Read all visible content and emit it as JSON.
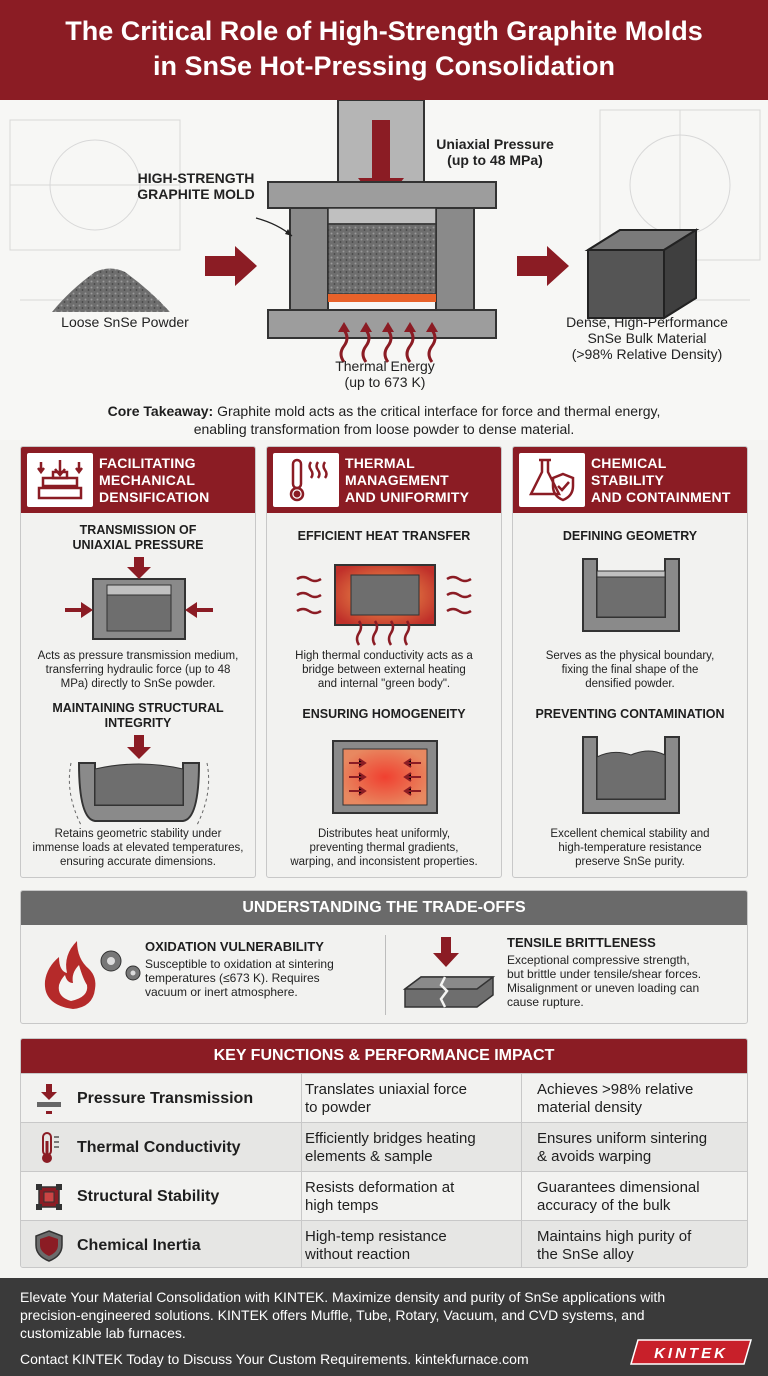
{
  "header": {
    "title_line1": "The Critical Role of High-Strength Graphite Molds",
    "title_line2": "in SnSe Hot-Pressing Consolidation"
  },
  "hero": {
    "pressure_line1": "Uniaxial Pressure",
    "pressure_line2": "(up to 48 MPa)",
    "mold_line1": "HIGH-STRENGTH",
    "mold_line2": "GRAPHITE MOLD",
    "powder_label": "Loose SnSe Powder",
    "thermal_line1": "Thermal Energy",
    "thermal_line2": "(up to 673 K)",
    "bulk_line1": "Dense, High-Performance",
    "bulk_line2": "SnSe Bulk Material",
    "bulk_line3": "(>98% Relative Density)",
    "core_bold": "Core Takeaway:",
    "core_text1": " Graphite mold acts as the critical interface for force and thermal energy,",
    "core_text2": "enabling transformation from loose powder to dense material."
  },
  "cards": [
    {
      "title1": "FACILITATING",
      "title2": "MECHANICAL",
      "title3": "DENSIFICATION",
      "s1_line1": "TRANSMISSION OF",
      "s1_line2": "UNIAXIAL PRESSURE",
      "d1_line1": "Acts as pressure transmission medium,",
      "d1_line2": "transferring hydraulic force (up to 48",
      "d1_line3": "MPa) directly to SnSe powder.",
      "s2_line1": "MAINTAINING STRUCTURAL",
      "s2_line2": "INTEGRITY",
      "d2_line1": "Retains geometric stability under",
      "d2_line2": "immense loads at elevated temperatures,",
      "d2_line3": "ensuring accurate dimensions."
    },
    {
      "title1": "THERMAL",
      "title2": "MANAGEMENT",
      "title3": "AND UNIFORMITY",
      "s1_line1": "EFFICIENT HEAT TRANSFER",
      "d1_line1": "High thermal conductivity acts as a",
      "d1_line2": "bridge between external heating",
      "d1_line3": "and internal \"green body\".",
      "s2_line1": "ENSURING HOMOGENEITY",
      "d2_line1": "Distributes heat uniformly,",
      "d2_line2": "preventing thermal gradients,",
      "d2_line3": "warping, and inconsistent properties."
    },
    {
      "title1": "CHEMICAL STABILITY",
      "title2": "AND CONTAINMENT",
      "s1_line1": "DEFINING GEOMETRY",
      "d1_line1": "Serves as the physical boundary,",
      "d1_line2": "fixing the final shape of the",
      "d1_line3": "densified powder.",
      "s2_line1": "PREVENTING CONTAMINATION",
      "d2_line1": "Excellent chemical stability and",
      "d2_line2": "high-temperature resistance",
      "d2_line3": "preserve SnSe purity."
    }
  ],
  "tradeoffs": {
    "title": "UNDERSTANDING THE TRADE-OFFS",
    "left_title": "OXIDATION VULNERABILITY",
    "left_d1": "Susceptible to oxidation at sintering",
    "left_d2": "temperatures (≤673 K). Requires",
    "left_d3": "vacuum or inert atmosphere.",
    "right_title": "TENSILE BRITTLENESS",
    "right_d1": "Exceptional compressive strength,",
    "right_d2": "but brittle under tensile/shear forces.",
    "right_d3": "Misalignment or uneven loading can",
    "right_d4": "cause rupture."
  },
  "key_functions": {
    "title": "KEY FUNCTIONS & PERFORMANCE IMPACT",
    "rows": [
      {
        "name": "Pressure Transmission",
        "f1": "Translates uniaxial force",
        "f2": "to powder",
        "i1": "Achieves >98% relative",
        "i2": "material density"
      },
      {
        "name": "Thermal Conductivity",
        "f1": "Efficiently bridges heating",
        "f2": "elements & sample",
        "i1": "Ensures uniform sintering",
        "i2": "& avoids warping"
      },
      {
        "name": "Structural Stability",
        "f1": "Resists deformation at",
        "f2": "high temps",
        "i1": "Guarantees dimensional",
        "i2": "accuracy of the bulk"
      },
      {
        "name": "Chemical Inertia",
        "f1": "High-temp resistance",
        "f2": "without reaction",
        "i1": "Maintains high purity of",
        "i2": "the SnSe alloy"
      }
    ]
  },
  "footer": {
    "line1": "Elevate Your Material Consolidation with KINTEK. Maximize density and purity of SnSe applications with",
    "line2": "precision-engineered solutions. KINTEK offers Muffle, Tube, Rotary, Vacuum, and CVD systems, and",
    "line3": "customizable lab furnaces.",
    "contact": "Contact KINTEK Today to Discuss Your Custom Requirements. kintekfurnace.com",
    "logo": "KINTEK"
  },
  "colors": {
    "brand": "#8b1c24",
    "grey_header": "#6a6a6a",
    "footer": "#3a3a3a",
    "heat": "#e8622a"
  }
}
